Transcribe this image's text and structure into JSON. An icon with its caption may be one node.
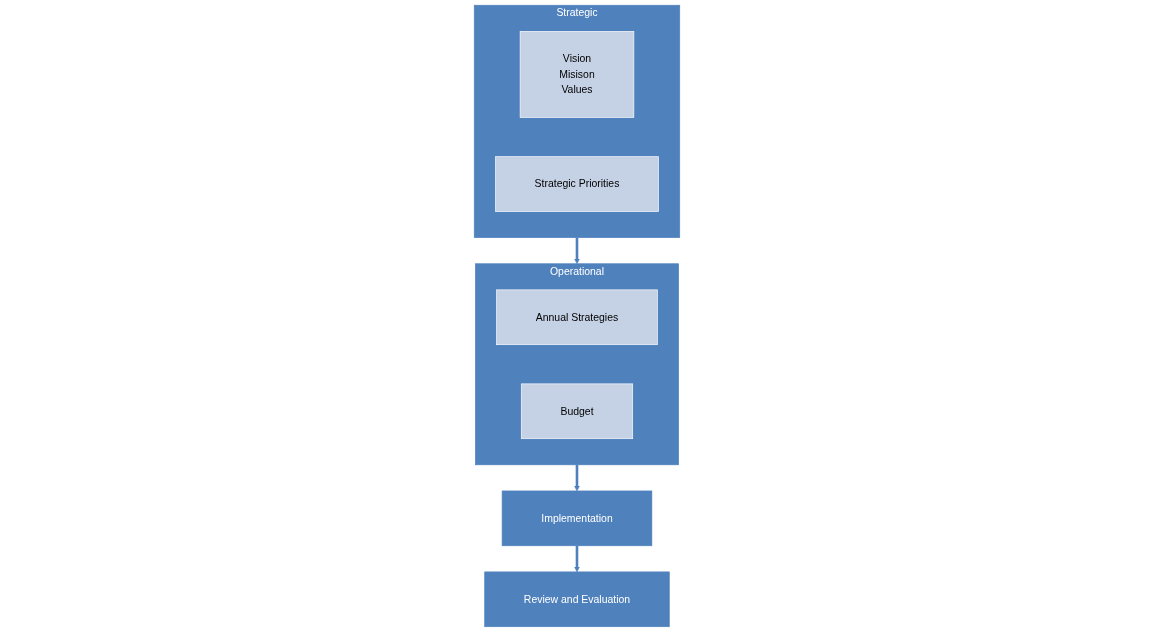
{
  "diagram": {
    "nodes": [
      {
        "text": [
          "Strategic"
        ]
      },
      {
        "text": [
          "Vision",
          "Misison",
          "Values"
        ],
        "in": 0
      },
      {
        "text": [
          "Strategic Priorities"
        ],
        "in": 0
      },
      {
        "text": [
          "Operational"
        ]
      },
      {
        "text": [
          "Annual Strategies"
        ],
        "in": 3
      },
      {
        "text": [
          "Budget"
        ],
        "in": 3
      },
      {
        "text": [
          "Implementation"
        ]
      },
      {
        "text": [
          "Review and Evaluation"
        ]
      }
    ],
    "edges": [
      {
        "from": 0,
        "to": 3,
        "arrow": "to"
      },
      {
        "from": 3,
        "to": 6,
        "arrow": "to"
      },
      {
        "from": 6,
        "to": 7,
        "arrow": "to"
      }
    ]
  }
}
